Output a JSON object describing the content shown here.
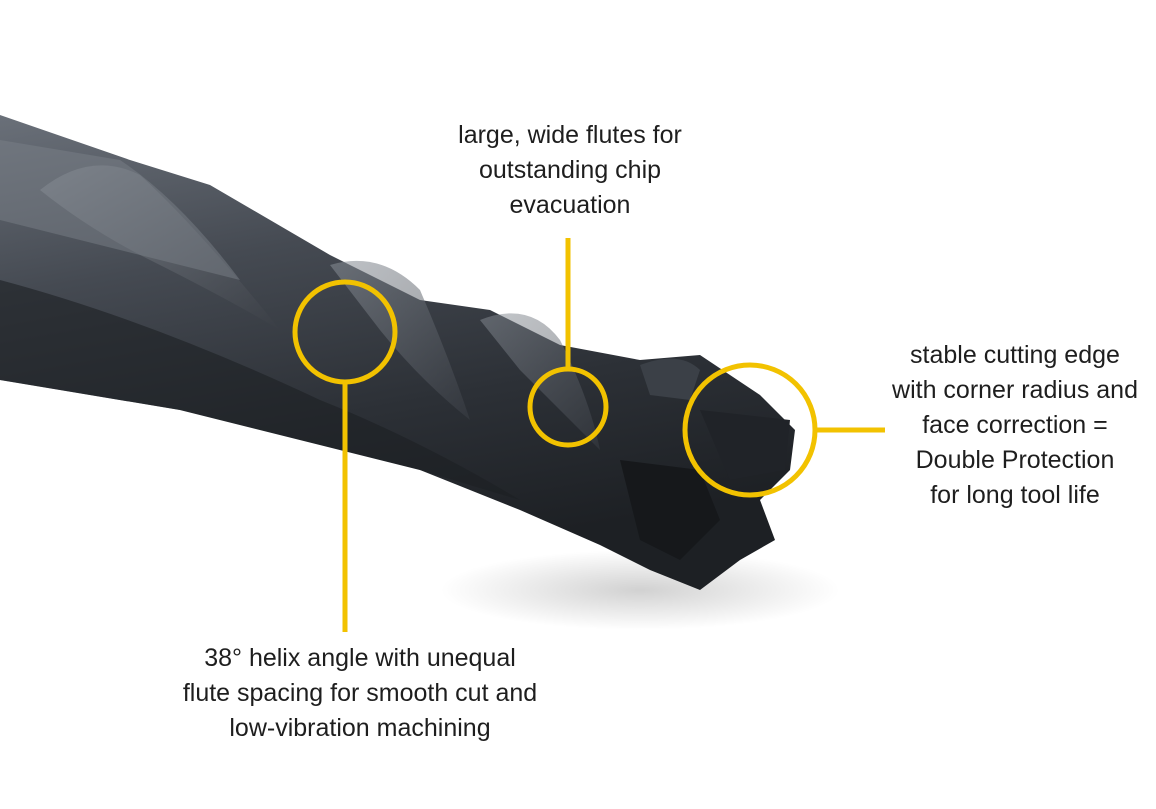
{
  "accent_color": "#f2c200",
  "callouts": [
    {
      "id": "flutes",
      "lines": [
        "large, wide flutes for",
        "outstanding chip",
        "evacuation"
      ]
    },
    {
      "id": "edge",
      "lines": [
        "stable cutting edge",
        "with corner radius and",
        "face correction =",
        "Double Protection",
        "for long tool life"
      ]
    },
    {
      "id": "helix",
      "lines": [
        "38° helix angle with unequal",
        "flute spacing for smooth cut and",
        "low-vibration machining"
      ]
    }
  ]
}
